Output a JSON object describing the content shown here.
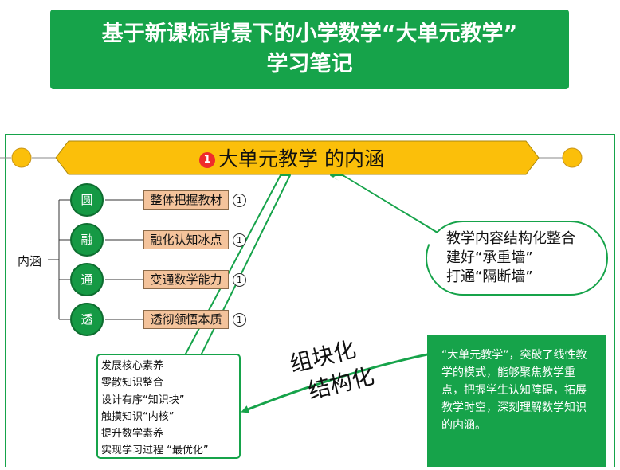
{
  "title": {
    "line1": "基于新课标背景下的小学数学“大单元教学”",
    "line2": "学习笔记"
  },
  "banner": {
    "badge": "1",
    "text": "大单元教学 的内涵"
  },
  "root_label": "内涵",
  "branches": [
    {
      "char": "圆",
      "label": "整体把握教材",
      "count": "1"
    },
    {
      "char": "融",
      "label": "融化认知冰点",
      "count": "1"
    },
    {
      "char": "通",
      "label": "变通数学能力",
      "count": "1"
    },
    {
      "char": "透",
      "label": "透彻领悟本质",
      "count": "1"
    }
  ],
  "callout": [
    "教学内容结构化整合",
    "建好“承重墙”",
    "打通“隔断墙”"
  ],
  "list": [
    "发展核心素养",
    "零散知识整合",
    "设计有序“知识块”",
    "触摸知识“内核”",
    "提升数学素养",
    "实现学习过程 “最优化”"
  ],
  "arrow_text": [
    "组块化",
    "结构化"
  ],
  "summary": "“大单元教学”，突破了线性教学的模式，能够聚焦教学重点，把握学生认知障碍，拓展教学时空，深刻理解数学知识的内涵。",
  "colors": {
    "green": "#16a34a",
    "yellow": "#fbbf0a",
    "orange": "#f4c39b",
    "badge_red": "#ef2b2b"
  }
}
